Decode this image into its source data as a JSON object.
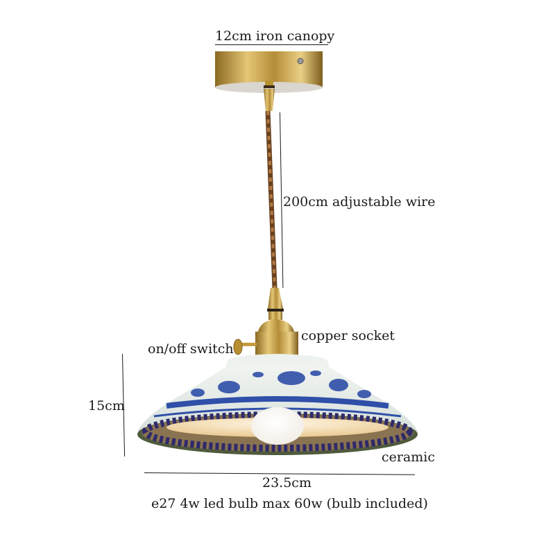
{
  "labels": {
    "canopy": "12cm iron canopy",
    "wire": "200cm adjustable wire",
    "socket": "copper socket",
    "switch": "on/off switch",
    "height": "15cm",
    "material": "ceramic",
    "width": "23.5cm",
    "bulb": "e27 4w led bulb max 60w  (bulb included)"
  },
  "colors": {
    "brass": "#c9a24a",
    "wire": "#8a5a2e",
    "porcelain_blue": "#2f4fa8",
    "porcelain_white": "#e9efe9",
    "inner_glow": "#f4d9a8"
  }
}
